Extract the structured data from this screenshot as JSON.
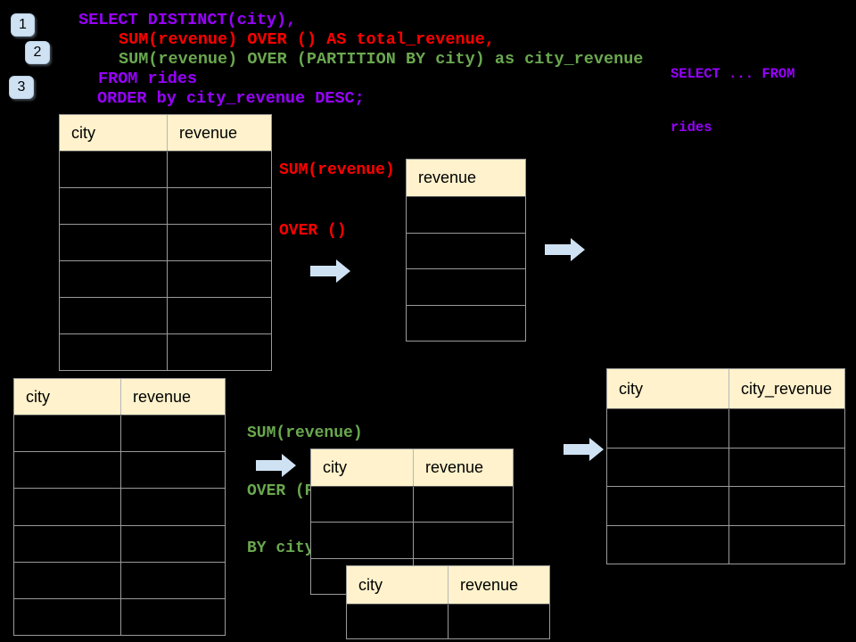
{
  "steps": [
    {
      "label": "1"
    },
    {
      "label": "2"
    },
    {
      "label": "3"
    }
  ],
  "sql_query": {
    "line1": "SELECT DISTINCT(city),",
    "line2": "SUM(revenue) OVER () AS total_revenue,",
    "line3": "SUM(revenue) OVER (PARTITION BY city) as city_revenue",
    "line4": "FROM rides",
    "line5": "ORDER by city_revenue DESC;"
  },
  "subquery_note": {
    "line1": "SELECT ... FROM",
    "line2": "rides"
  },
  "annotations": {
    "total_window": {
      "line1": "SUM(revenue)",
      "line2": "OVER ()"
    },
    "partition_window": {
      "line1": "SUM(revenue)",
      "line2": "OVER (PARTITION",
      "line3": "BY city)"
    }
  },
  "tables": {
    "source_top": {
      "headers": [
        "city",
        "revenue"
      ],
      "rows": 6
    },
    "total_result": {
      "headers": [
        "revenue"
      ],
      "rows": 4
    },
    "source_bottom": {
      "headers": [
        "city",
        "revenue"
      ],
      "rows": 6
    },
    "partition_step": {
      "headers": [
        "city",
        "revenue"
      ],
      "rows": 3
    },
    "partition_overlay": {
      "headers": [
        "city",
        "revenue"
      ],
      "rows": 1
    },
    "final_result": {
      "headers": [
        "city",
        "city_revenue"
      ],
      "rows": 4
    }
  },
  "icons": {
    "flow_arrow": "arrow-right"
  },
  "colors": {
    "background": "#000000",
    "sql_purple": "#9900ff",
    "sql_red": "#ff0000",
    "sql_green": "#6aa84f",
    "table_header_bg": "#fff2cc",
    "table_border": "#999999",
    "arrow_fill": "#cfe2f3",
    "step_badge_bg": "#cfe2f3"
  }
}
